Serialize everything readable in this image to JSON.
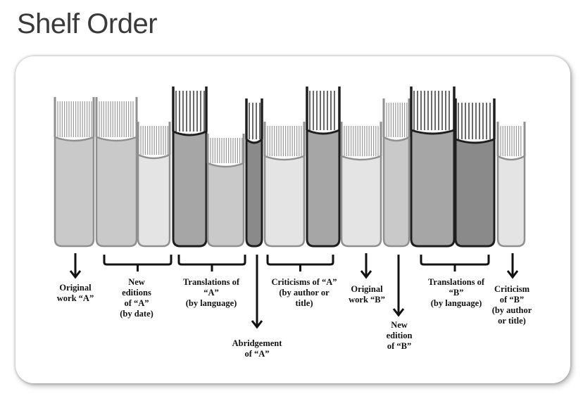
{
  "title": "Shelf Order",
  "colors": {
    "light": "#e4e4e4",
    "mid": "#c9c9c9",
    "dark": "#a6a6a6",
    "darker": "#8a8a8a",
    "border_light": "#8f8f8f",
    "border_dark": "#1e1e1e"
  },
  "books": [
    {
      "tone": "mid",
      "border": "light"
    },
    {
      "tone": "mid",
      "border": "light"
    },
    {
      "tone": "light",
      "border": "light"
    },
    {
      "tone": "dark",
      "border": "dark"
    },
    {
      "tone": "mid",
      "border": "light"
    },
    {
      "tone": "darker",
      "border": "dark"
    },
    {
      "tone": "light",
      "border": "light"
    },
    {
      "tone": "dark",
      "border": "dark"
    },
    {
      "tone": "light",
      "border": "light"
    },
    {
      "tone": "mid",
      "border": "light"
    },
    {
      "tone": "dark",
      "border": "dark"
    },
    {
      "tone": "darker",
      "border": "dark"
    },
    {
      "tone": "light",
      "border": "light"
    }
  ],
  "labels": {
    "original_a": "Original\nwork “A”",
    "new_editions_a": "New\neditions\nof “A”\n(by date)",
    "translations_a": "Translations of\n“A”\n(by language)",
    "abridgement_a": "Abridgement\nof “A”",
    "criticisms_a": "Criticisms of “A”\n(by author or\ntitle)",
    "original_b": "Original\nwork “B”",
    "new_edition_b": "New\nedition\nof “B”",
    "translations_b": "Translations of\n“B”\n(by language)",
    "criticism_b": "Criticism\nof “B”\n(by author\nor title)"
  }
}
